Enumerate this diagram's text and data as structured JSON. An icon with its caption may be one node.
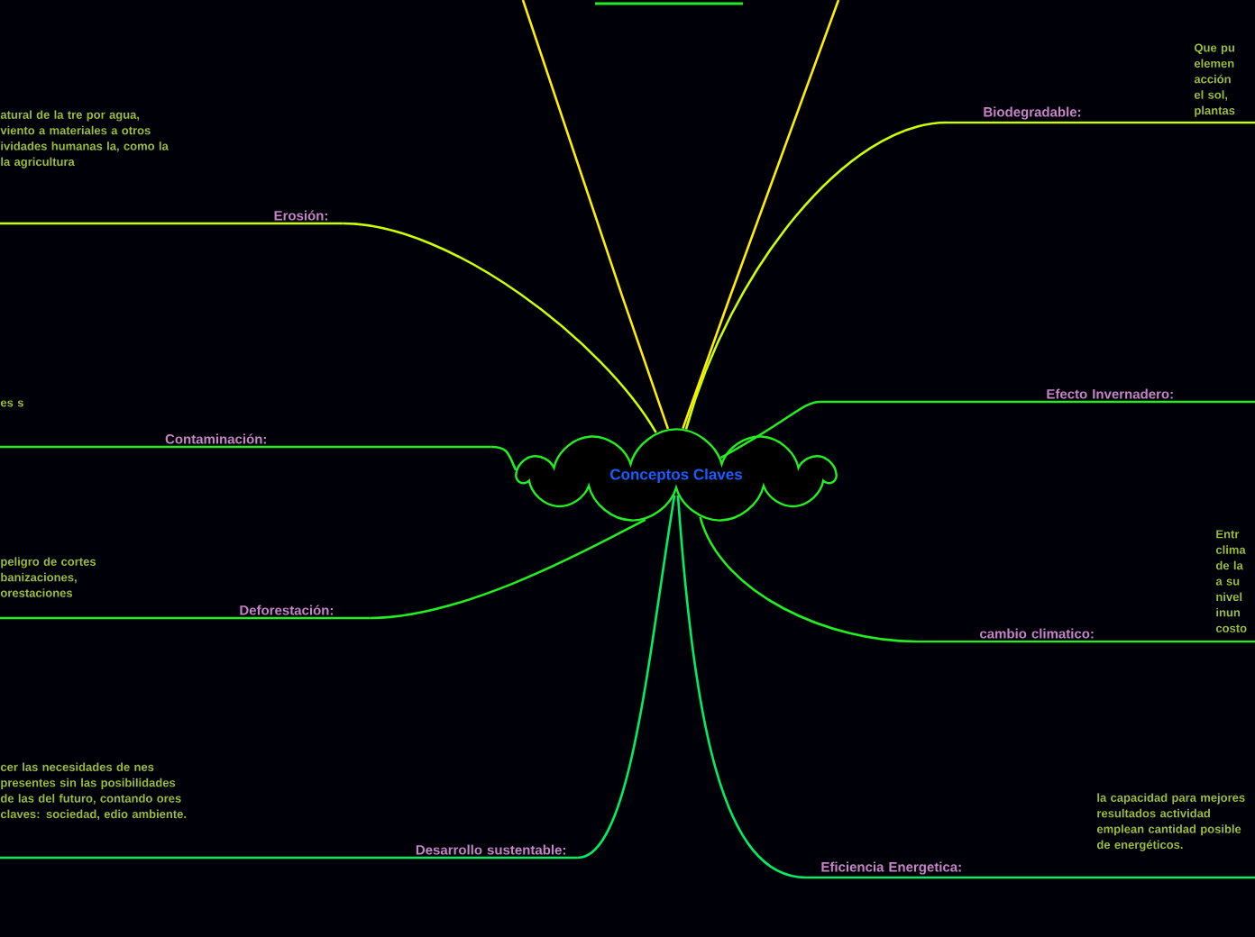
{
  "diagram": {
    "nodes": [
      {
        "text": [
          "Conceptos Claves"
        ]
      },
      {
        "text": [
          "Erosión:"
        ]
      },
      {
        "text": [
          "Contaminación:"
        ]
      },
      {
        "text": [
          "Deforestación:"
        ]
      },
      {
        "text": [
          "Desarrollo sustentable:"
        ]
      },
      {
        "text": [
          "Biodegradable:"
        ]
      },
      {
        "text": [
          "Efecto Invernadero:"
        ]
      },
      {
        "text": [
          "cambio climatico:"
        ]
      },
      {
        "text": [
          "Eficiencia Energetica:"
        ]
      }
    ],
    "edges": [
      {
        "from": 0,
        "to": 1,
        "arrow": "none",
        "color": "#ccff00"
      },
      {
        "from": 0,
        "to": 2,
        "arrow": "none"
      },
      {
        "from": 0,
        "to": 3,
        "arrow": "none"
      },
      {
        "from": 0,
        "to": 4,
        "arrow": "none",
        "color": "#00ee66"
      },
      {
        "from": 0,
        "to": 5,
        "arrow": "none",
        "color": "#ccff00"
      },
      {
        "from": 0,
        "to": 6,
        "arrow": "none"
      },
      {
        "from": 0,
        "to": 7,
        "arrow": "none"
      },
      {
        "from": 0,
        "to": 8,
        "arrow": "none",
        "color": "#00ee66"
      },
      {
        "from": 0,
        "to": null,
        "arrow": "none",
        "color": "#ffee00"
      },
      {
        "from": 0,
        "to": null,
        "arrow": "none",
        "color": "#ffee00"
      }
    ],
    "labels": [
      "Que pu elemen acción el sol, plantas",
      "atural de la tre por agua, viento a materiales a otros ividades humanas la, como la la agricultura",
      "es s",
      "Entr clima de la a su nivel inun costo",
      "peligro de cortes banizaciones, orestaciones",
      "cer las necesidades de nes presentes sin las posibilidades de las del futuro, contando ores claves: sociedad, edio ambiente.",
      "la capacidad para mejores resultados actividad emplean cantidad posible de energéticos."
    ]
  }
}
